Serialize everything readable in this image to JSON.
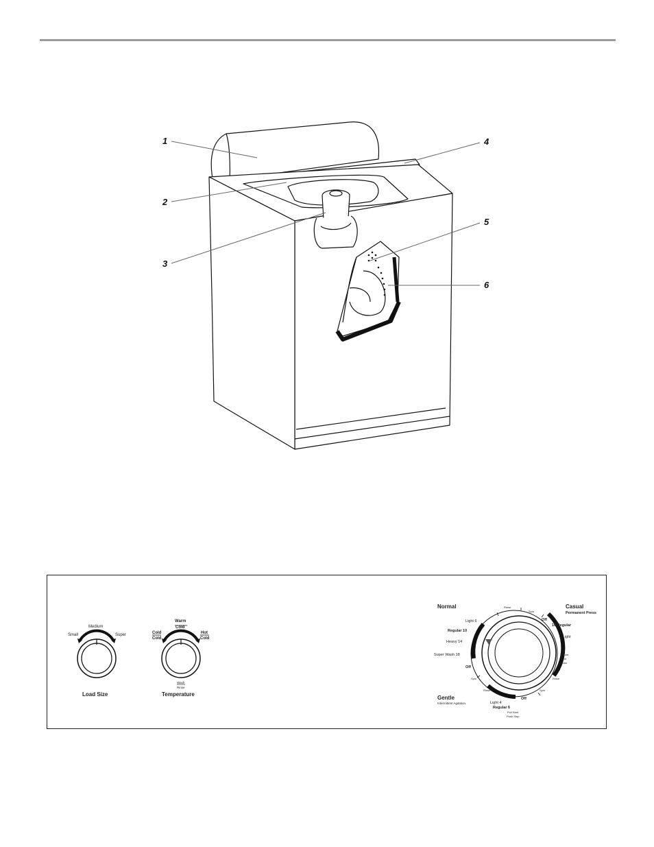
{
  "callouts": [
    "1",
    "2",
    "3",
    "4",
    "5",
    "6"
  ],
  "load_size": {
    "small": "Small",
    "medium": "Medium",
    "super": "Super",
    "title": "Load Size"
  },
  "temperature": {
    "warm": "Warm",
    "warm_sub": "Cold",
    "cold_left": "Cold",
    "cold_left_sub": "Cold",
    "hot": "Hot",
    "hot_sub": "Cold",
    "wash": "Wash",
    "rinse": "Rinse",
    "title": "Temperature"
  },
  "cycle": {
    "normal": "Normal",
    "casual": "Casual",
    "casual_sub": "Permanent Press",
    "gentle": "Gentle",
    "gentle_sub": "Intermittent Agitation",
    "light_6": "Light  6",
    "regular_10": "Regular  10",
    "heavy_14": "Heavy  14",
    "super_wash_18": "Super Wash  18",
    "off_left": "Off",
    "spin_left": "Spin",
    "rinse_left": "Rinse",
    "light_4": "Light  4",
    "regular_6": "Regular  6",
    "off_bottom": "Off",
    "pull_start": "Pull Start",
    "push_stop": "Push Stop",
    "rinse_top": "Rinse",
    "spin_top": "Spin",
    "off_top": "Off",
    "regular_10_right": "10  Regular",
    "light_6_right": "6  Light",
    "pause": "Pause",
    "cool": "Cool",
    "down": "Down",
    "rinse_right": "Rinse",
    "spin_right": "Spin"
  }
}
